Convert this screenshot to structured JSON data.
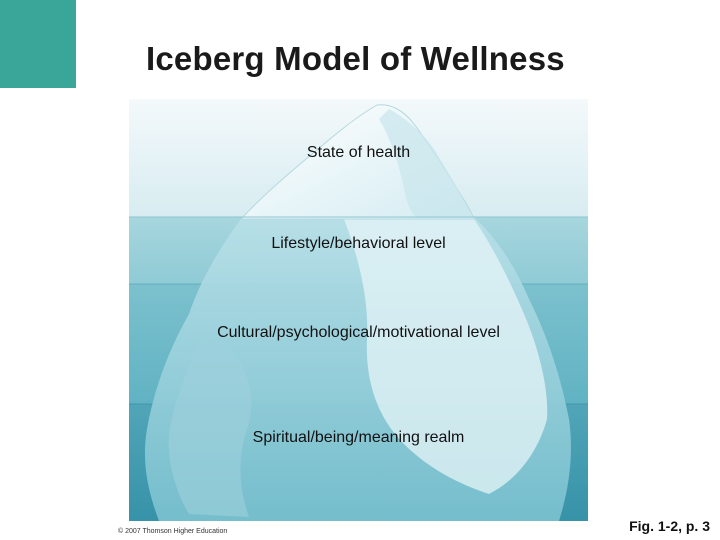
{
  "slide": {
    "title": "Iceberg Model of Wellness",
    "copyright": "© 2007 Thomson Higher Education",
    "figure_ref": "Fig. 1-2, p. 3"
  },
  "diagram": {
    "levels": [
      {
        "label": "State of health"
      },
      {
        "label": "Lifestyle/behavioral level"
      },
      {
        "label": "Cultural/psychological/motivational level"
      },
      {
        "label": "Spiritual/being/meaning realm"
      }
    ]
  },
  "colors": {
    "accent": "#3aa69a",
    "sky_top": "#eef6f8",
    "water_top": "#9ccfd8",
    "water_bottom": "#3f9bb0",
    "ice": "#eef7fa",
    "ice_shadow": "#c6e6ee"
  }
}
